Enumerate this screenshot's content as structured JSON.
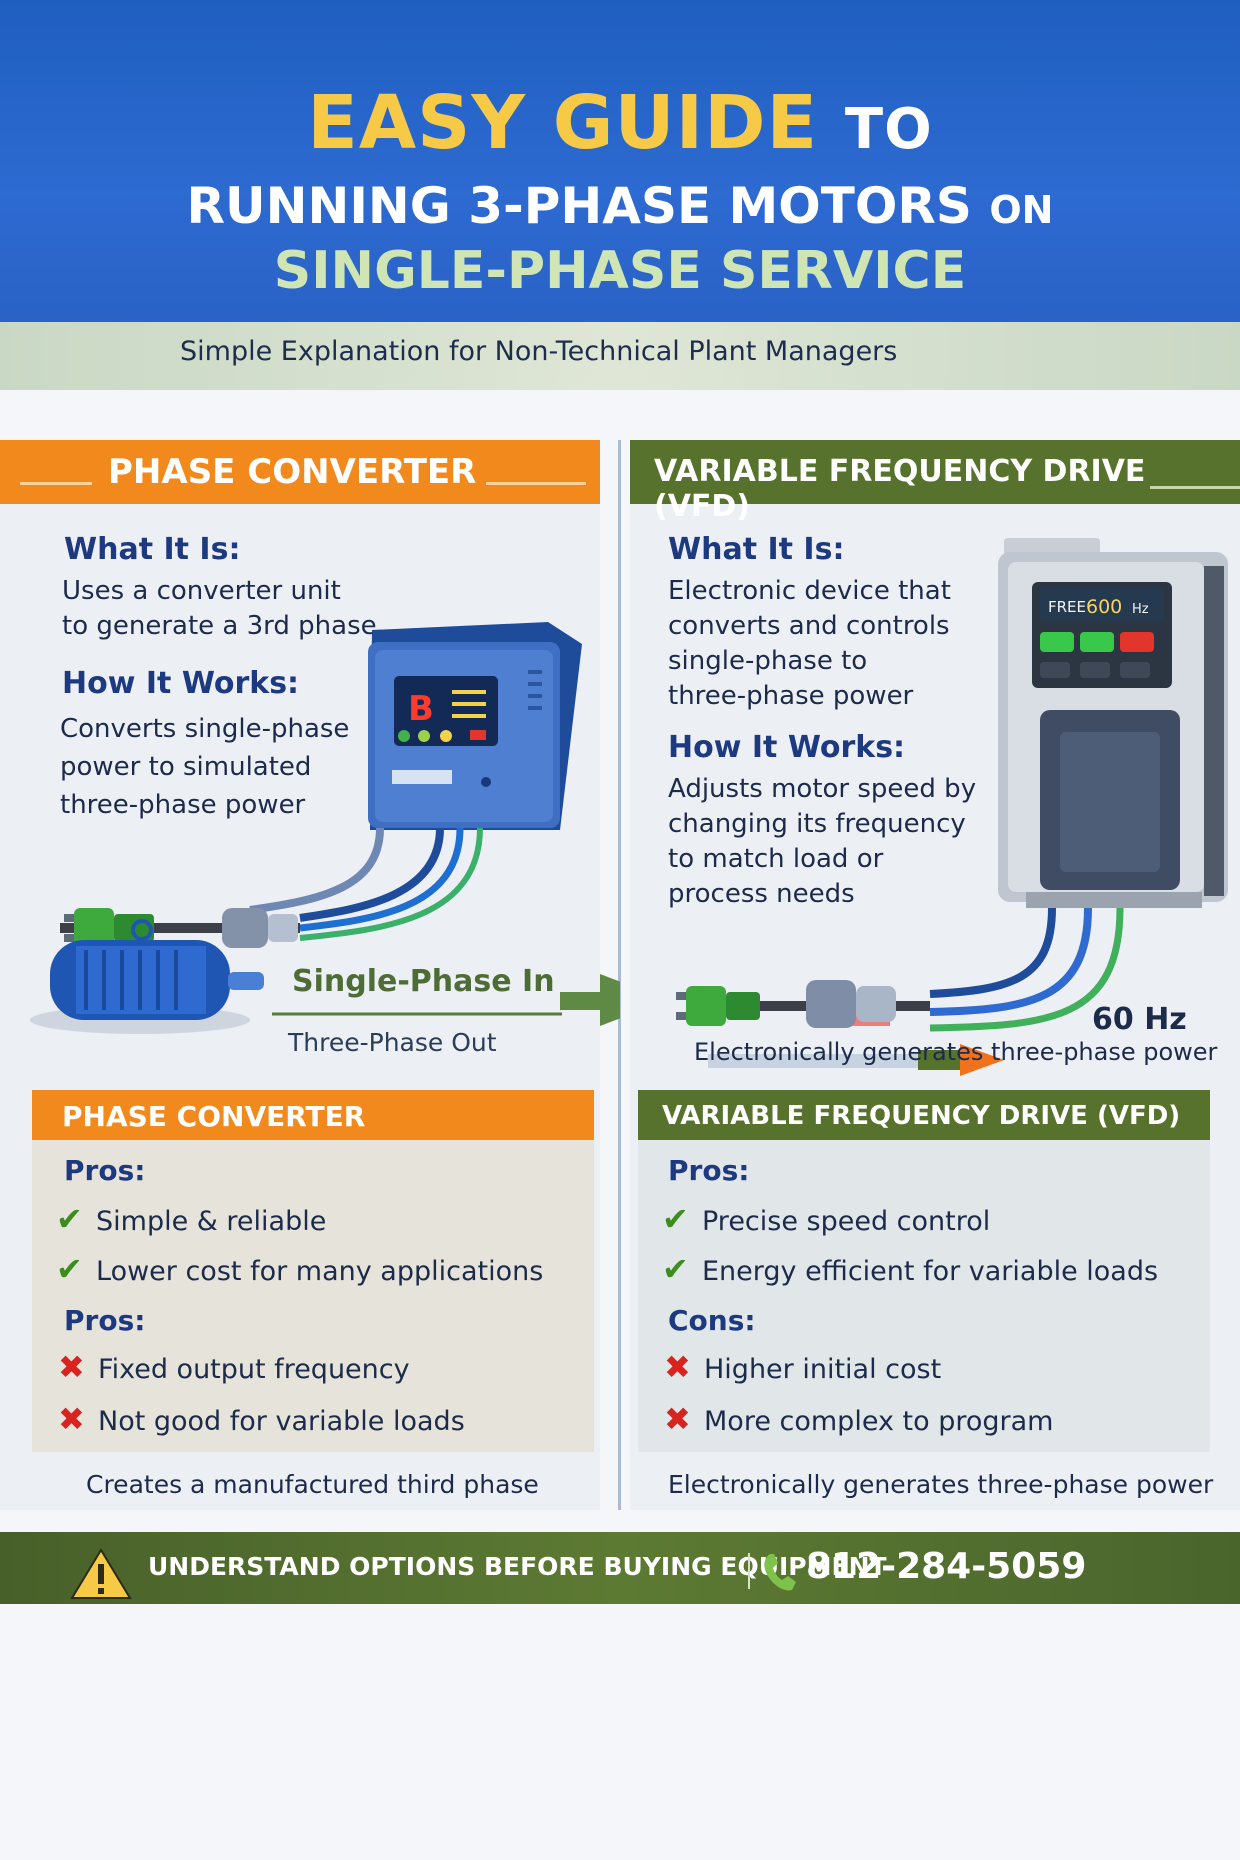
{
  "header": {
    "title_highlight": "EASY GUIDE",
    "title_to": "TO",
    "line2_main": "RUNNING 3-PHASE MOTORS",
    "line2_on": "ON",
    "line3": "SINGLE-PHASE SERVICE",
    "subtitle": "Simple Explanation for Non-Technical Plant Managers"
  },
  "left": {
    "banner": "PHASE CONVERTER",
    "what_heading": "What It Is:",
    "what_lines": [
      "Uses a converter unit",
      "to generate a 3rd phase"
    ],
    "how_heading": "How It Works:",
    "how_lines": [
      "Converts single-phase",
      "power to simulated",
      "three-phase power"
    ],
    "device_display": "B",
    "single_in": "Single-Phase In",
    "three_out": "Three-Phase Out",
    "card_title": "PHASE CONVERTER",
    "pros_heading": "Pros:",
    "pros": [
      "Simple & reliable",
      "Lower cost for many applications"
    ],
    "cons_heading": "Pros:",
    "cons": [
      "Fixed output frequency",
      "Not good for variable loads"
    ],
    "footer": "Creates a manufactured third phase"
  },
  "right": {
    "banner": "VARIABLE FREQUENCY DRIVE (VFD)",
    "what_heading": "What It Is:",
    "what_lines": [
      "Electronic device that",
      "converts and controls",
      "single-phase to",
      "three-phase power"
    ],
    "how_heading": "How It Works:",
    "how_lines": [
      "Adjusts motor speed by",
      "changing its frequency",
      "to match load or",
      "process needs"
    ],
    "display_prefix": "FREE",
    "display_value": "600",
    "display_unit": "Hz",
    "freq_label": "60 Hz",
    "caption": "Electronically generates three-phase power",
    "card_title": "VARIABLE FREQUENCY DRIVE (VFD)",
    "pros_heading": "Pros:",
    "pros": [
      "Precise speed control",
      "Energy efficient for variable loads"
    ],
    "cons_heading": "Cons:",
    "cons": [
      "Higher initial cost",
      "More complex to program"
    ],
    "footer": "Electronically generates three-phase power"
  },
  "footer_band": {
    "warning": "UNDERSTAND OPTIONS BEFORE BUYING EQUIPMENT",
    "phone": "812-284-5059"
  },
  "colors": {
    "header_blue": "#2a62c6",
    "accent_yellow": "#f6c947",
    "orange": "#f2891c",
    "green": "#56722c",
    "check_green": "#3c8d1e",
    "cross_red": "#d9231e"
  },
  "icons": [
    "warning-icon",
    "phone-icon",
    "check-icon",
    "cross-icon",
    "plug-icon",
    "motor-icon",
    "arrow-icon"
  ]
}
